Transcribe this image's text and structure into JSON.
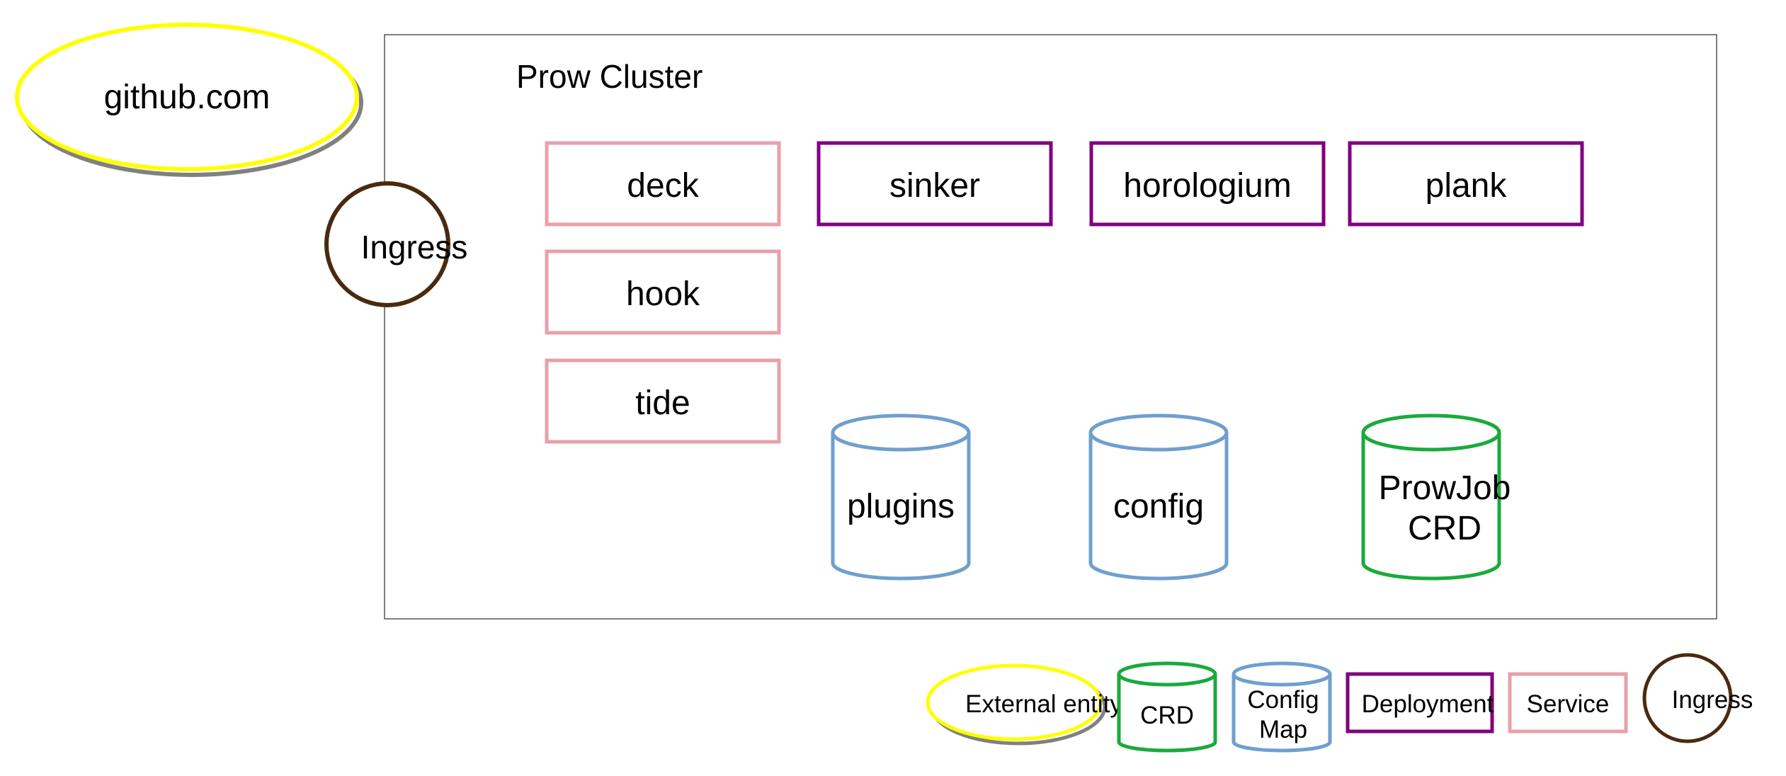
{
  "colors": {
    "background": "#ffffff",
    "cluster_border": "#555555",
    "external": "#ffff00",
    "external_shadow": "#808080",
    "service": "#e8a0aa",
    "deployment": "#800080",
    "configmap": "#6f9fcf",
    "crd": "#1aaa3c",
    "ingress": "#4a2a0f"
  },
  "external": {
    "label": "github.com"
  },
  "cluster": {
    "title": "Prow Cluster",
    "ingress": {
      "label": "Ingress"
    },
    "services": [
      {
        "label": "deck"
      },
      {
        "label": "hook"
      },
      {
        "label": "tide"
      }
    ],
    "deployments": [
      {
        "label": "sinker"
      },
      {
        "label": "horologium"
      },
      {
        "label": "plank"
      }
    ],
    "configmaps": [
      {
        "label": "plugins"
      },
      {
        "label": "config"
      }
    ],
    "crds": [
      {
        "lines": [
          "ProwJob",
          "CRD"
        ]
      }
    ]
  },
  "legend": {
    "external": "External entity",
    "crd": "CRD",
    "configmap_lines": [
      "Config",
      "Map"
    ],
    "deployment": "Deployment",
    "service": "Service",
    "ingress": "Ingress"
  }
}
